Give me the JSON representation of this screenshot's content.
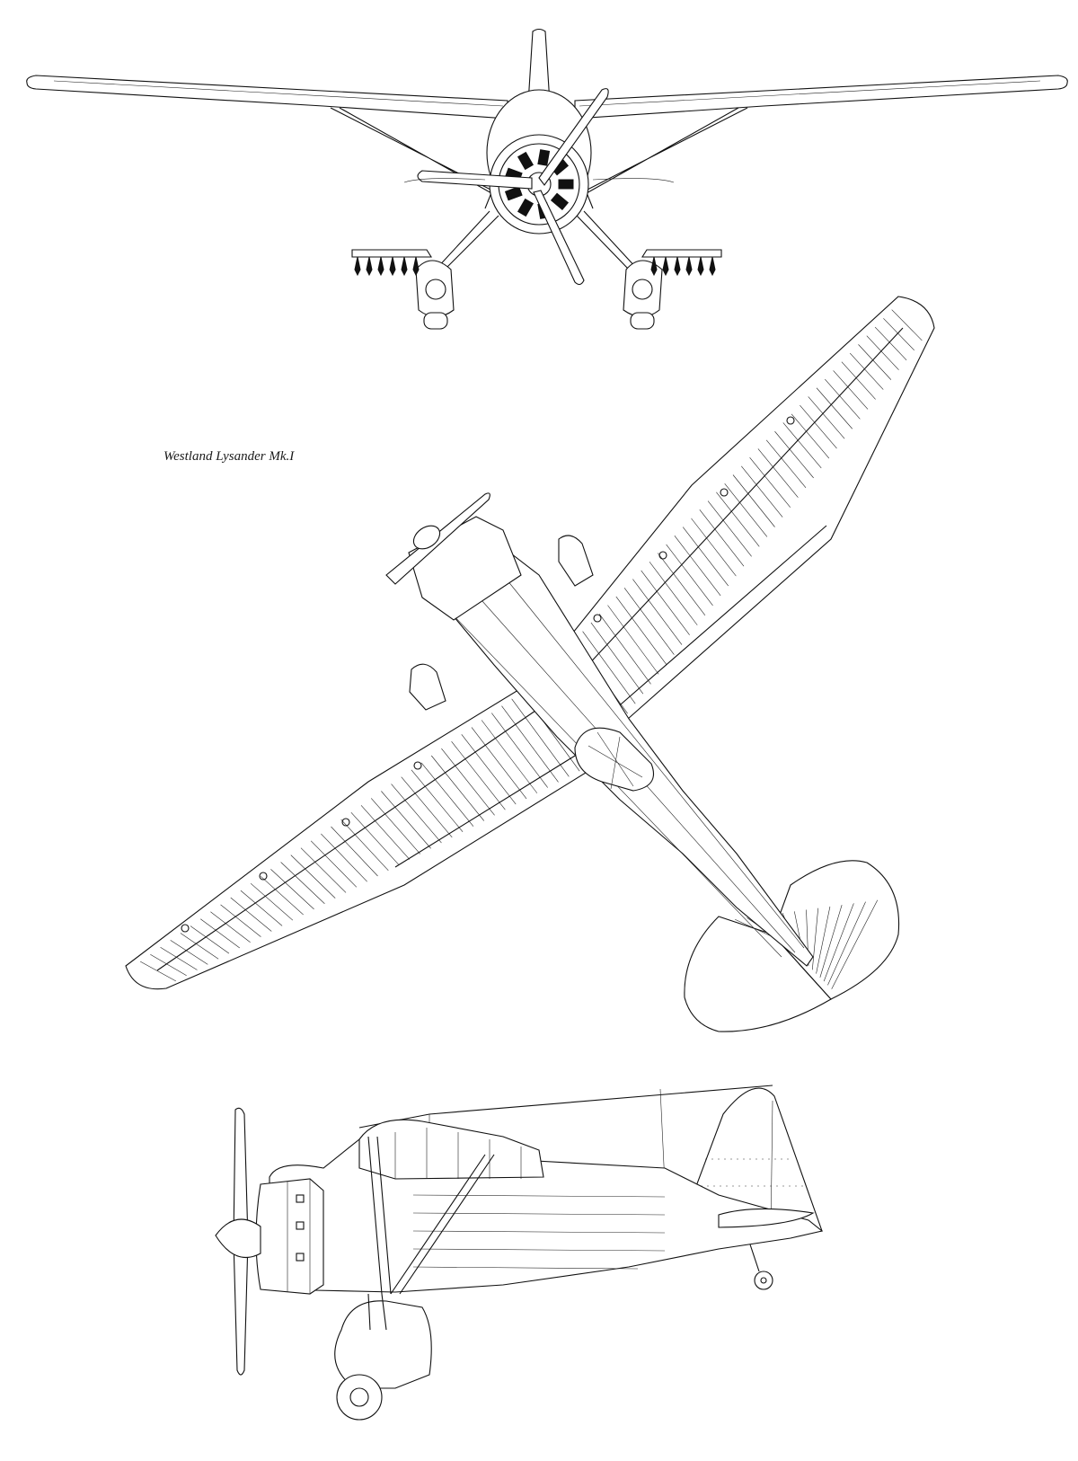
{
  "drawing": {
    "caption": "Westland Lysander Mk.I",
    "views": [
      "front-view",
      "plan-view",
      "side-view"
    ],
    "line_color": "#111111",
    "background": "#ffffff"
  }
}
